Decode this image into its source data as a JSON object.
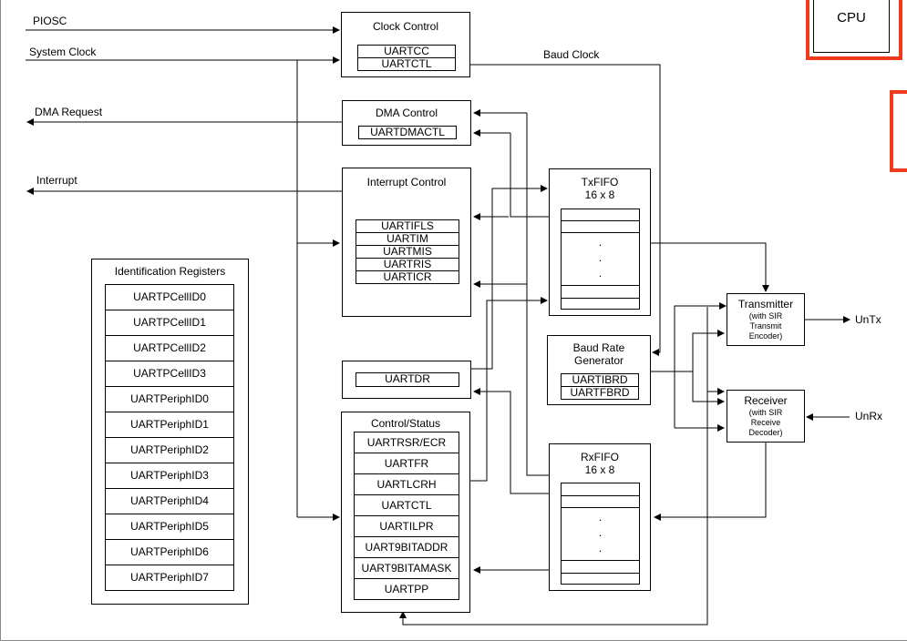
{
  "signals": {
    "piosc": "PIOSC",
    "system_clock": "System Clock",
    "baud_clock": "Baud Clock",
    "dma_request": "DMA Request",
    "interrupt": "Interrupt",
    "untx": "UnTx",
    "unrx": "UnRx"
  },
  "cpu": {
    "label": "CPU"
  },
  "clock_control": {
    "title": "Clock Control",
    "regs": [
      "UARTCC",
      "UARTCTL"
    ]
  },
  "dma_control": {
    "title": "DMA Control",
    "regs": [
      "UARTDMACTL"
    ]
  },
  "interrupt_control": {
    "title": "Interrupt Control",
    "regs": [
      "UARTIFLS",
      "UARTIM",
      "UARTMIS",
      "UARTRIS",
      "UARTICR"
    ]
  },
  "data_register": {
    "regs": [
      "UARTDR"
    ]
  },
  "control_status": {
    "title": "Control/Status",
    "regs": [
      "UARTRSR/ECR",
      "UARTFR",
      "UARTLCRH",
      "UARTCTL",
      "UARTILPR",
      "UART9BITADDR",
      "UART9BITAMASK",
      "UARTPP"
    ]
  },
  "identification": {
    "title": "Identification Registers",
    "regs": [
      "UARTPCellID0",
      "UARTPCellID1",
      "UARTPCellID2",
      "UARTPCellID3",
      "UARTPeriphID0",
      "UARTPeriphID1",
      "UARTPeriphID2",
      "UARTPeriphID3",
      "UARTPeriphID4",
      "UARTPeriphID5",
      "UARTPeriphID6",
      "UARTPeriphID7"
    ]
  },
  "txfifo": {
    "title": "TxFIFO",
    "size": "16 x 8",
    "dots": "."
  },
  "rxfifo": {
    "title": "RxFIFO",
    "size": "16 x 8",
    "dots": "."
  },
  "baud_rate_generator": {
    "title_line1": "Baud Rate",
    "title_line2": "Generator",
    "regs": [
      "UARTIBRD",
      "UARTFBRD"
    ]
  },
  "transmitter": {
    "title": "Transmitter",
    "sub1": "(with SIR",
    "sub2": "Transmit",
    "sub3": "Encoder)"
  },
  "receiver": {
    "title": "Receiver",
    "sub1": "(with SIR",
    "sub2": "Receive",
    "sub3": "Decoder)"
  },
  "colors": {
    "accent_red": "#ee3a1f",
    "line": "#000000"
  }
}
